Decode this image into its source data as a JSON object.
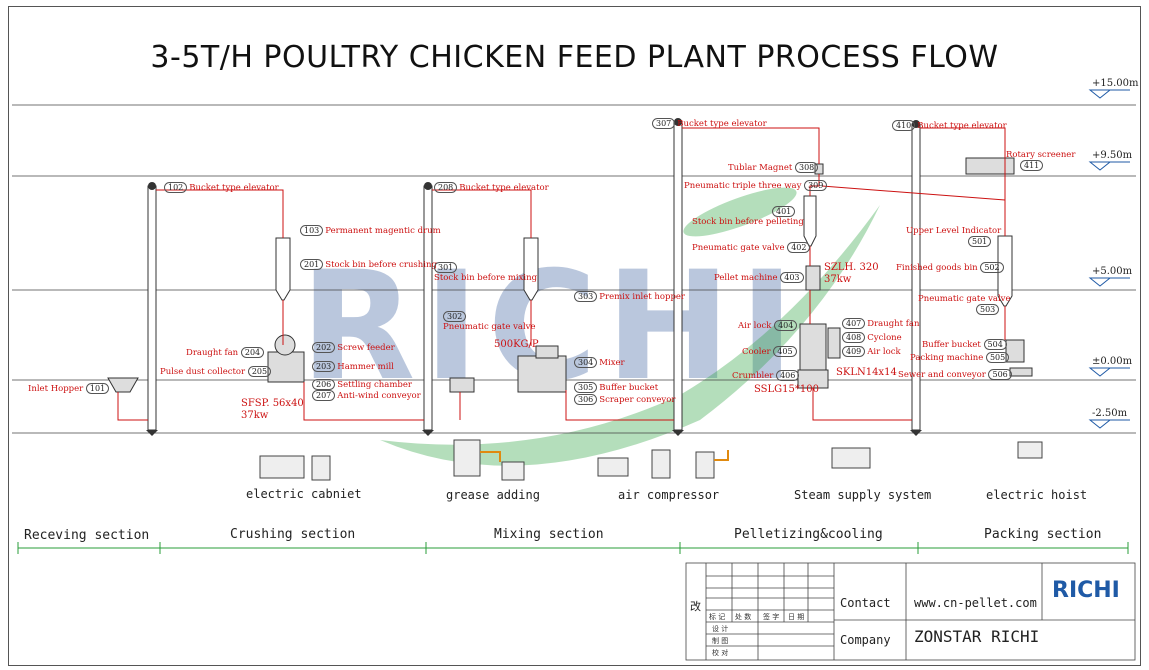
{
  "title": "3-5T/H POULTRY CHICKEN FEED PLANT PROCESS FLOW",
  "levels": [
    "+15.00m",
    "+9.50m",
    "+5.00m",
    "±0.00m",
    "-2.50m"
  ],
  "labels": {
    "l101": {
      "code": "101",
      "text": "Inlet Hopper"
    },
    "l102": {
      "code": "102",
      "text": "Bucket type elevator"
    },
    "l103": {
      "code": "103",
      "text": "Permanent magentic drum"
    },
    "l201": {
      "code": "201",
      "text": "Stock bin before crushing"
    },
    "l202": {
      "code": "202",
      "text": "Screw feeder"
    },
    "l203": {
      "code": "203",
      "text": "Hammer mill"
    },
    "l204": {
      "code": "204",
      "text": "Draught fan"
    },
    "l205": {
      "code": "205",
      "text": "Pulse dust collector"
    },
    "l206": {
      "code": "206",
      "text": "Settling chamber"
    },
    "l207": {
      "code": "207",
      "text": "Anti-wind conveyor"
    },
    "l208": {
      "code": "208",
      "text": "Bucket type elevator"
    },
    "l301": {
      "code": "301",
      "text": "Stock bin before mixing"
    },
    "l302": {
      "code": "302",
      "text": "Pneumatic gate valve"
    },
    "l303": {
      "code": "303",
      "text": "Premix inlet hopper"
    },
    "l304": {
      "code": "304",
      "text": "Mixer"
    },
    "l305": {
      "code": "305",
      "text": "Buffer bucket"
    },
    "l306": {
      "code": "306",
      "text": "Scraper conveyor"
    },
    "l307": {
      "code": "307",
      "text": "Bucket type elevator"
    },
    "l308": {
      "code": "308",
      "text": "Tublar Magnet"
    },
    "l309": {
      "code": "309",
      "text": "Pneumatic triple three way"
    },
    "l401": {
      "code": "401",
      "text": "Stock bin before pelleting"
    },
    "l402": {
      "code": "402",
      "text": "Pneumatic gate valve"
    },
    "l403": {
      "code": "403",
      "text": "Pellet machine"
    },
    "l404": {
      "code": "404",
      "text": "Air lock"
    },
    "l405": {
      "code": "405",
      "text": "Cooler"
    },
    "l406": {
      "code": "406",
      "text": "Crumbler"
    },
    "l407": {
      "code": "407",
      "text": "Draught fan"
    },
    "l408": {
      "code": "408",
      "text": "Cyclone"
    },
    "l409": {
      "code": "409",
      "text": "Air lock"
    },
    "l410": {
      "code": "410",
      "text": "Bucket type elevator"
    },
    "l411": {
      "code": "411",
      "text": "Rotary screener"
    },
    "l501": {
      "code": "501",
      "text": "Upper Level Indicator"
    },
    "l502": {
      "code": "502",
      "text": "Finished goods bin"
    },
    "l503": {
      "code": "503",
      "text": "Pneumatic gate valve"
    },
    "l504": {
      "code": "504",
      "text": "Buffer bucket"
    },
    "l505": {
      "code": "505",
      "text": "Packing machine"
    },
    "l506": {
      "code": "506",
      "text": "Sewer and conveyor"
    }
  },
  "specs": {
    "mill_model": "SFSP. 56x40",
    "mill_power": "37kw",
    "mixer_cap": "500KG/P",
    "pellet_model": "SZLH. 320",
    "pellet_power": "37kw",
    "cooler_model": "SKLN14x14",
    "crumbler_model": "SSLG15*100"
  },
  "auxiliary": [
    "electric cabniet",
    "grease adding",
    "air compressor",
    "Steam supply system",
    "electric hoist"
  ],
  "sections": [
    "Receving section",
    "Crushing section",
    "Mixing section",
    "Pelletizing&cooling",
    "Packing section"
  ],
  "title_block": {
    "contact_label": "Contact",
    "contact_value": "www.cn-pellet.com",
    "company_label": "Company",
    "company_value": "ZONSTAR RICHI",
    "revision_mark": "改",
    "cells": [
      "标 记",
      "处 数",
      "签 字",
      "日 期",
      "设 计",
      "制 图",
      "校 对"
    ],
    "logo": "RICHI"
  },
  "watermark": "RICHI",
  "colors": {
    "line": "#c11",
    "accent_green": "#2a9d3a",
    "logo_blue": "#1f5aa6"
  }
}
